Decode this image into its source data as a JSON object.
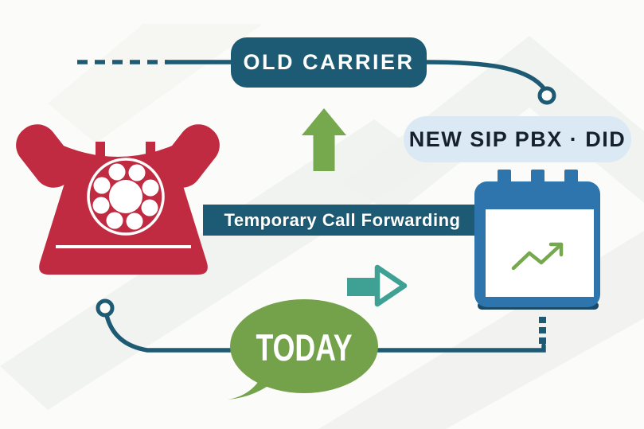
{
  "diagram": {
    "description": "Number porting diagram: temporary call forwarding from old carrier phone to new SIP PBX calendar"
  },
  "nodes": {
    "old_carrier": {
      "label": "OLD CARRIER"
    },
    "new_sip_pbx": {
      "label": "NEW SIP PBX · DID"
    },
    "forwarding_band": {
      "label": "Temporary Call Forwarding"
    },
    "today_bubble": {
      "label": "TODAY"
    }
  },
  "icons": {
    "phone": "rotary-phone-icon",
    "calendar": "calendar-growth-chart-icon",
    "up_arrow": "up-arrow-icon",
    "right_arrow": "right-arrow-icon",
    "speech_bubble": "speech-bubble"
  },
  "colors": {
    "teal_dark": "#1d5a73",
    "calendar_blue": "#2e74ad",
    "pill_light_blue": "#dae9f3",
    "arrow_green": "#76a84e",
    "bubble_green": "#74a24a",
    "arrow_teal": "#3ea193",
    "phone_red": "#c02b42",
    "background": "#fbfbf9"
  }
}
